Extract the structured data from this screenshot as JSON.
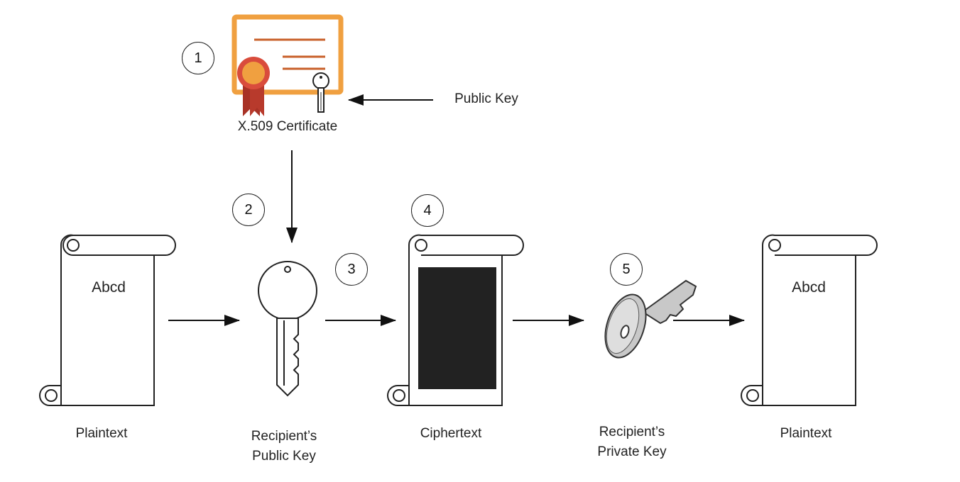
{
  "certificate": {
    "label": "X.509 Certificate",
    "public_key_label": "Public Key"
  },
  "steps": [
    "1",
    "2",
    "3",
    "4",
    "5"
  ],
  "documents": {
    "plaintext_in": {
      "content": "Abcd",
      "label": "Plaintext"
    },
    "ciphertext": {
      "label": "Ciphertext"
    },
    "plaintext_out": {
      "content": "Abcd",
      "label": "Plaintext"
    }
  },
  "keys": {
    "public": {
      "label_line1": "Recipient’s",
      "label_line2": "Public Key"
    },
    "private": {
      "label_line1": "Recipient’s",
      "label_line2": "Private Key"
    }
  },
  "colors": {
    "certificate_border": "#f0a040",
    "certificate_lines": "#c8602a",
    "seal_red": "#d94c3c",
    "ribbon_dark": "#a83226",
    "ciphertext_fill": "#222222",
    "private_key_fill": "#c8c8c8"
  }
}
